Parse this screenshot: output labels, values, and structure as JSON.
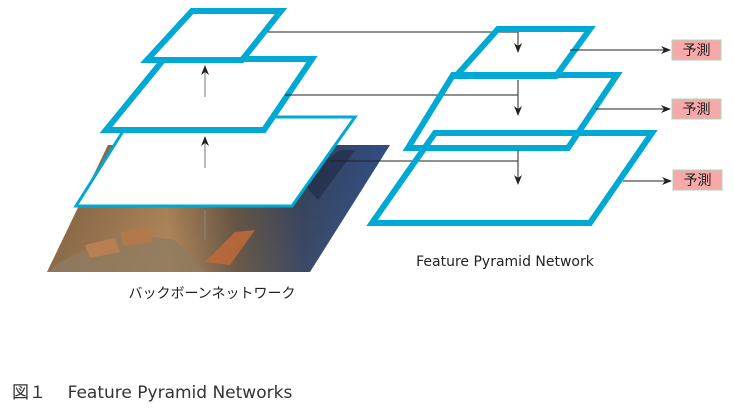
{
  "diagram": {
    "backbone_label": "バックボーンネットワーク",
    "fpn_label": "Feature Pyramid Network",
    "prediction_labels": [
      "予測",
      "予測",
      "予測"
    ],
    "colors": {
      "layer_stroke": "#00a9d4",
      "prediction_fill": "#f7a8a8",
      "prediction_border": "#a8d8c0",
      "arrow": "#222222"
    },
    "backbone_image": "indoor-room-photo"
  },
  "caption": {
    "figure_number": "図１",
    "text": "Feature Pyramid Networks"
  }
}
